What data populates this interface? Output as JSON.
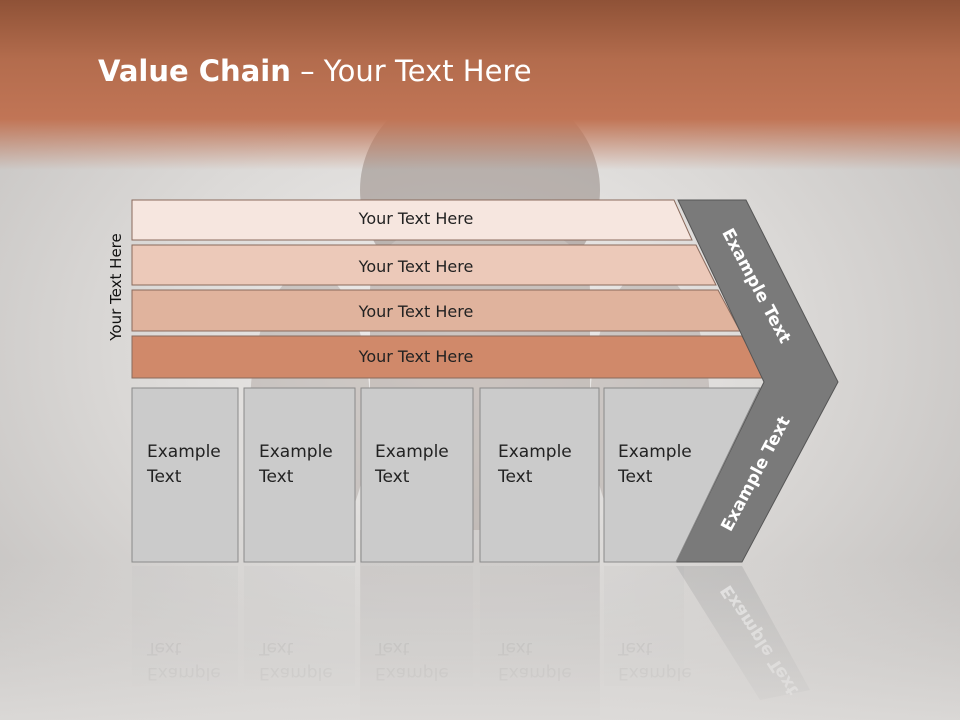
{
  "title": {
    "bold": "Value Chain",
    "rest": " – Your Text Here"
  },
  "side_label": "Your Text Here",
  "rows": [
    {
      "label": "Your Text Here",
      "color": "#f6e6df"
    },
    {
      "label": "Your Text Here",
      "color": "#ecc9b9"
    },
    {
      "label": "Your Text Here",
      "color": "#e0b39d"
    },
    {
      "label": "Your Text Here",
      "color": "#d0896a"
    }
  ],
  "boxes": [
    {
      "line1": "Example",
      "line2": "Text"
    },
    {
      "line1": "Example",
      "line2": "Text"
    },
    {
      "line1": "Example",
      "line2": "Text"
    },
    {
      "line1": "Example",
      "line2": "Text"
    },
    {
      "line1": "Example",
      "line2": "Text"
    }
  ],
  "arrow": {
    "top_label": "Example Text",
    "bottom_label": "Example Text",
    "color": "#7a7a7a"
  },
  "colors": {
    "title_band": "#b36c4d",
    "box_fill": "#cbcbcb"
  }
}
